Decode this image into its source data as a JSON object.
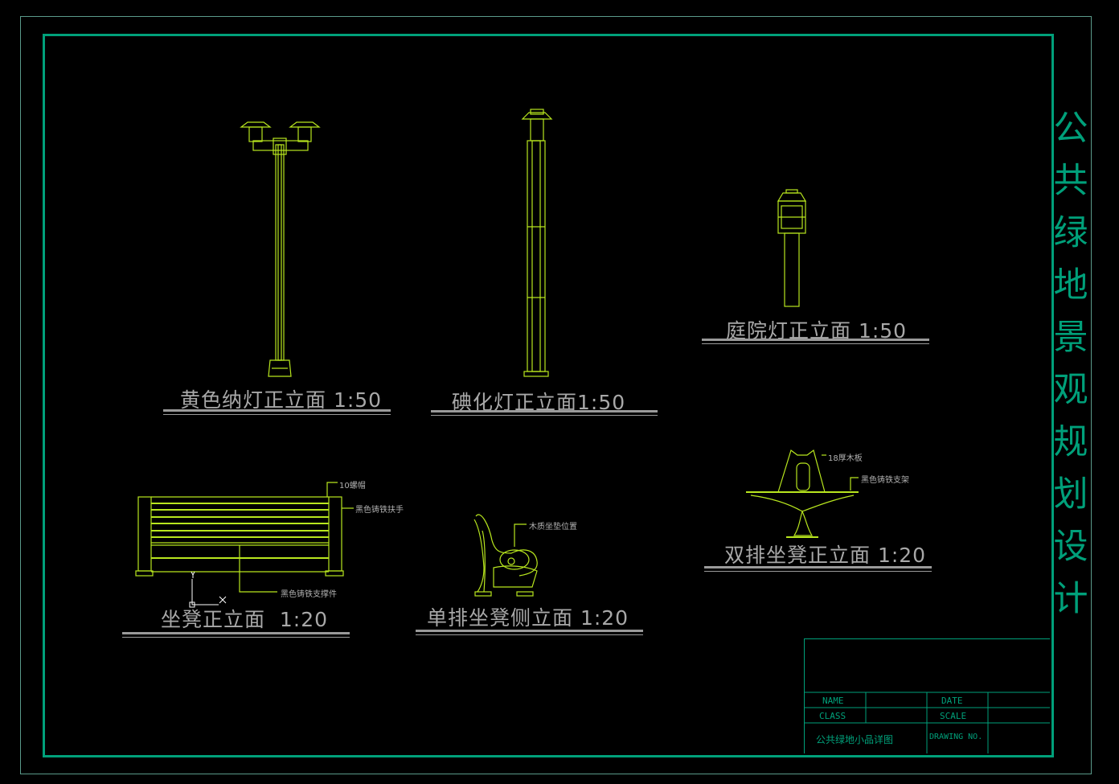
{
  "vertical_title": "公共绿地景观规划设计",
  "drawings": [
    {
      "label": "黄色纳灯正立面 1:50"
    },
    {
      "label": "碘化灯正立面1:50"
    },
    {
      "label": "庭院灯正立面 1:50"
    },
    {
      "label": "坐凳正立面  1:20"
    },
    {
      "label": "单排坐凳侧立面 1:20"
    },
    {
      "label": "双排坐凳正立面 1:20"
    }
  ],
  "annotations": {
    "bolt": "10螺帽",
    "armrest": "黑色铸铁扶手",
    "support": "黑色铸铁支撑件",
    "cushion": "木质坐垫位置",
    "board": "18厚木板",
    "frame": "黑色铸铁支架"
  },
  "ucs": {
    "x": "X",
    "y": "Y"
  },
  "title_block": {
    "name": "NAME",
    "date": "DATE",
    "class": "CLASS",
    "scale": "SCALE",
    "drawing_title": "公共绿地小品详图",
    "drawing_no": "DRAWING NO."
  },
  "colors": {
    "frame": "#00a07a",
    "linework": "#b8e61e",
    "text": "#a8a8a8"
  }
}
